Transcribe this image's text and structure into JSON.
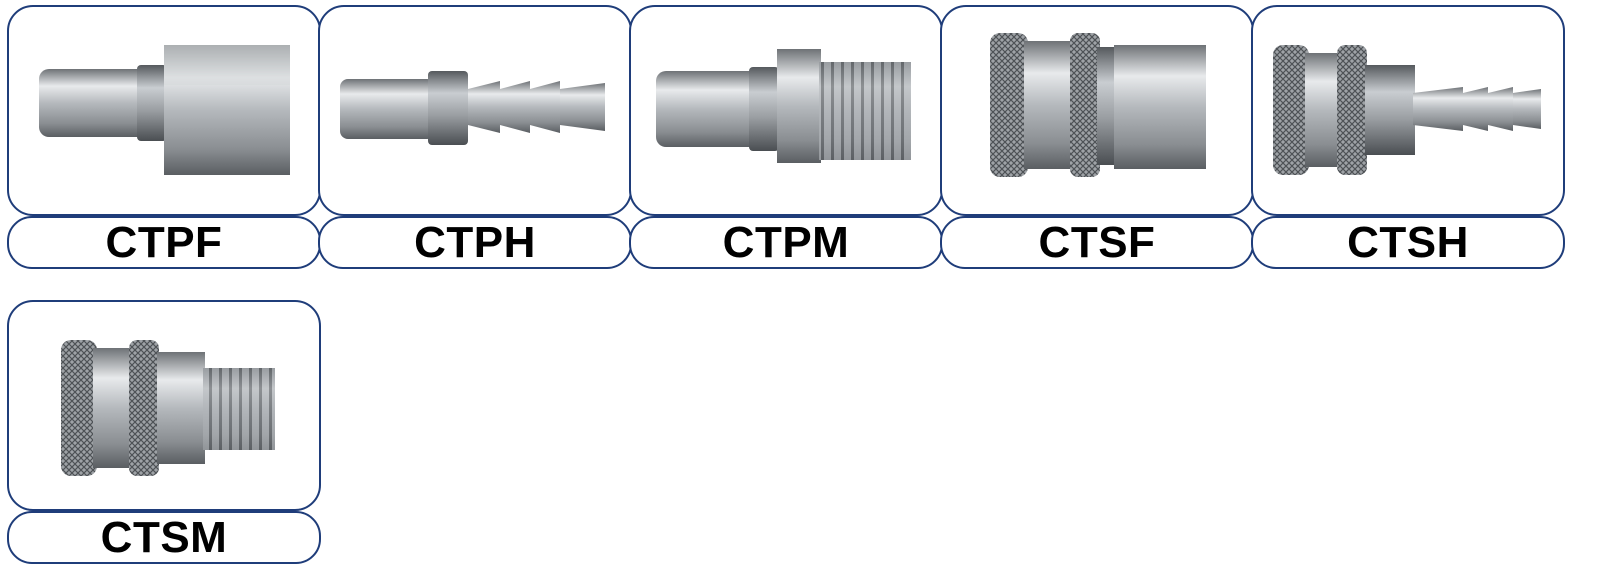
{
  "products": [
    {
      "code": "CTPF",
      "icon": "plug-female-thread-coupler-icon"
    },
    {
      "code": "CTPH",
      "icon": "plug-hose-barb-coupler-icon"
    },
    {
      "code": "CTPM",
      "icon": "plug-male-thread-coupler-icon"
    },
    {
      "code": "CTSF",
      "icon": "socket-female-thread-coupler-icon"
    },
    {
      "code": "CTSH",
      "icon": "socket-hose-barb-coupler-icon"
    },
    {
      "code": "CTSM",
      "icon": "socket-male-thread-coupler-icon"
    }
  ],
  "colors": {
    "border": "#1f3d7a",
    "label": "#000000",
    "metal": "#b8bcc0"
  }
}
